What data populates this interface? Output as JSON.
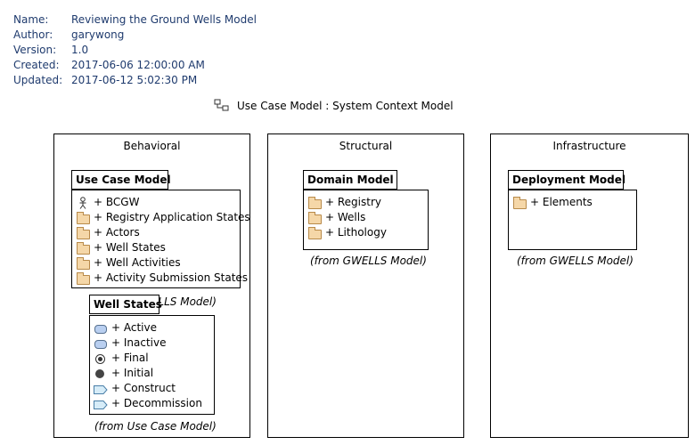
{
  "meta": [
    {
      "key": "Name:",
      "value": "Reviewing the Ground Wells Model"
    },
    {
      "key": "Author:",
      "value": "garywong"
    },
    {
      "key": "Version:",
      "value": "1.0"
    },
    {
      "key": "Created:",
      "value": "2017-06-06 12:00:00 AM"
    },
    {
      "key": "Updated:",
      "value": "2017-06-12 5:02:30 PM"
    }
  ],
  "diagram_title": "Use Case Model : System Context Model",
  "frames": {
    "behavioral": "Behavioral",
    "structural": "Structural",
    "infrastructure": "Infrastructure"
  },
  "use_case_model": {
    "name": "Use Case Model",
    "items": [
      "+ BCGW",
      "+ Registry Application States",
      "+ Actors",
      "+ Well States",
      "+ Well Activities",
      "+ Activity Submission States"
    ],
    "from": "(from GWELLS Model)"
  },
  "well_states": {
    "name": "Well States",
    "items": [
      "+ Active",
      "+ Inactive",
      "+ Final",
      "+ Initial",
      "+ Construct",
      "+ Decommission"
    ],
    "from": "(from Use Case Model)"
  },
  "domain_model": {
    "name": "Domain Model",
    "items": [
      "+ Registry",
      "+ Wells",
      "+ Lithology"
    ],
    "from": "(from GWELLS Model)"
  },
  "deployment_model": {
    "name": "Deployment Model",
    "items": [
      "+ Elements"
    ],
    "from": "(from GWELLS Model)"
  }
}
